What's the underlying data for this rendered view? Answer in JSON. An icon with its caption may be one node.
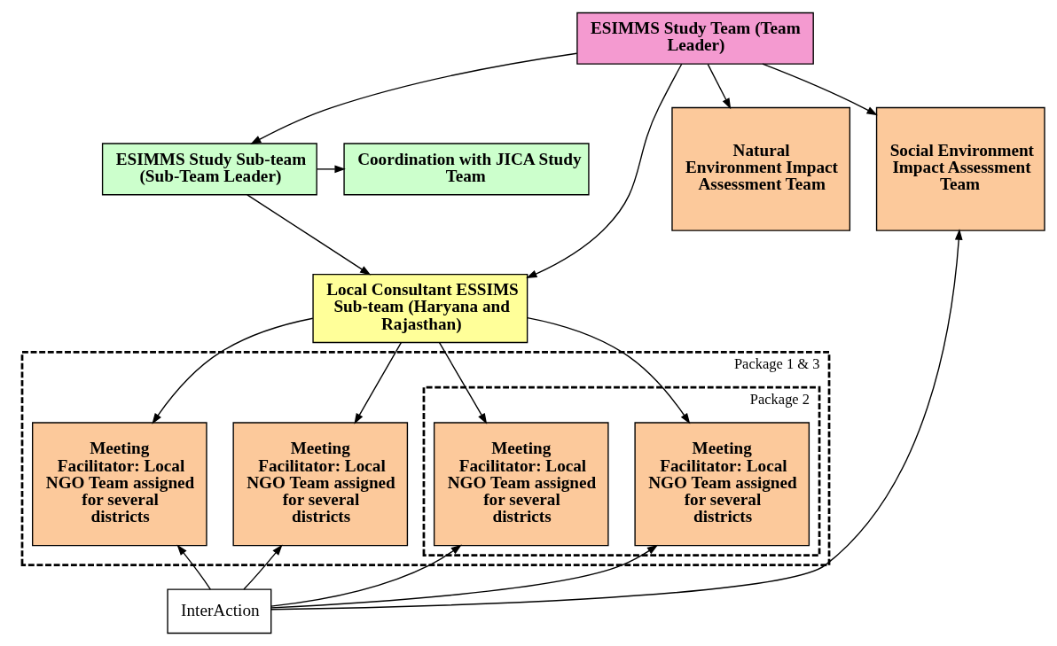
{
  "diagram": {
    "nodes": [
      {
        "text": [
          "ESIMMS Study Team (Team Leader)"
        ]
      },
      {
        "text": [
          "ESIMMS Study Sub-team (Sub-Team Leader)"
        ]
      },
      {
        "text": [
          "Coordination with JICA Study Team"
        ]
      },
      {
        "text": [
          "Local Consultant ESSIMS Sub-team (Haryana and Rajasthan)"
        ]
      },
      {
        "text": [
          "Natural Environment Impact Assessment Team"
        ]
      },
      {
        "text": [
          "Social Environment Impact Assessment Team"
        ]
      },
      {
        "text": [
          "Package 1 & 3"
        ]
      },
      {
        "text": [
          "Meeting Facilitator: Local NGO Team assigned for several districts"
        ],
        "in": 6
      },
      {
        "text": [
          "Meeting Facilitator: Local NGO Team assigned for several districts"
        ],
        "in": 6
      },
      {
        "text": [
          "Package 2"
        ],
        "in": 6
      },
      {
        "text": [
          "Meeting Facilitator: Local NGO Team assigned for several districts"
        ],
        "in": 9
      },
      {
        "text": [
          "Meeting Facilitator: Local NGO Team assigned for several districts"
        ],
        "in": 9
      },
      {
        "text": [
          "InterAction"
        ]
      }
    ],
    "edges": [
      {
        "from": 0,
        "to": 1,
        "arrow": "to"
      },
      {
        "from": 1,
        "to": 2,
        "arrow": "to"
      },
      {
        "from": 1,
        "to": 3,
        "arrow": "to"
      },
      {
        "from": 0,
        "to": 3,
        "arrow": "to"
      },
      {
        "from": 0,
        "to": 4,
        "arrow": "to"
      },
      {
        "from": 0,
        "to": 5,
        "arrow": "to"
      },
      {
        "from": 3,
        "to": 7,
        "arrow": "to"
      },
      {
        "from": 3,
        "to": 8,
        "arrow": "to"
      },
      {
        "from": 3,
        "to": 10,
        "arrow": "to"
      },
      {
        "from": 3,
        "to": 11,
        "arrow": "to"
      },
      {
        "from": 12,
        "to": 5,
        "arrow": "to"
      },
      {
        "from": 12,
        "to": 7,
        "arrow": "to"
      },
      {
        "from": 12,
        "to": 8,
        "arrow": "to"
      },
      {
        "from": 12,
        "to": 10,
        "arrow": "to"
      },
      {
        "from": 12,
        "to": 11,
        "arrow": "to"
      }
    ]
  }
}
